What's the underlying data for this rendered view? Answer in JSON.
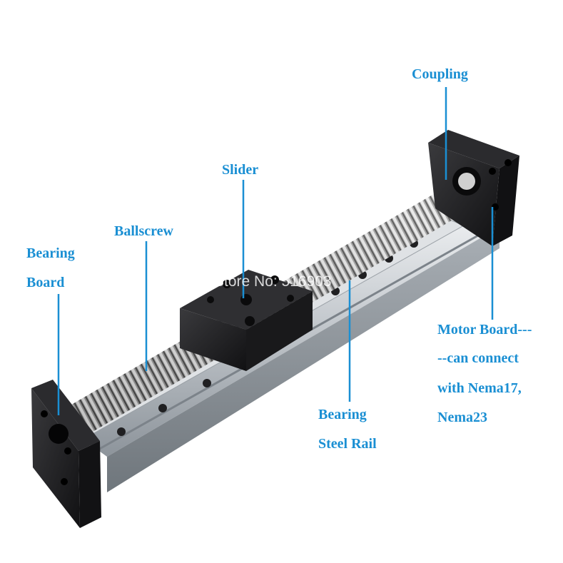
{
  "colors": {
    "label": "#1a8fd3",
    "leader": "#1a8fd3",
    "anodized_black": "#1c1c1e",
    "aluminum": "#c9ced3"
  },
  "labels": {
    "coupling": "Coupling",
    "slider": "Slider",
    "ballscrew": "Ballscrew",
    "bearing_board_1": "Bearing",
    "bearing_board_2": "Board",
    "motor_board_1": "Motor Board---",
    "motor_board_2": "--can connect",
    "motor_board_3": "with Nema17,",
    "motor_board_4": "Nema23",
    "steel_rail_1": "Bearing",
    "steel_rail_2": "Steel Rail"
  },
  "watermark": "Store No: 516903"
}
